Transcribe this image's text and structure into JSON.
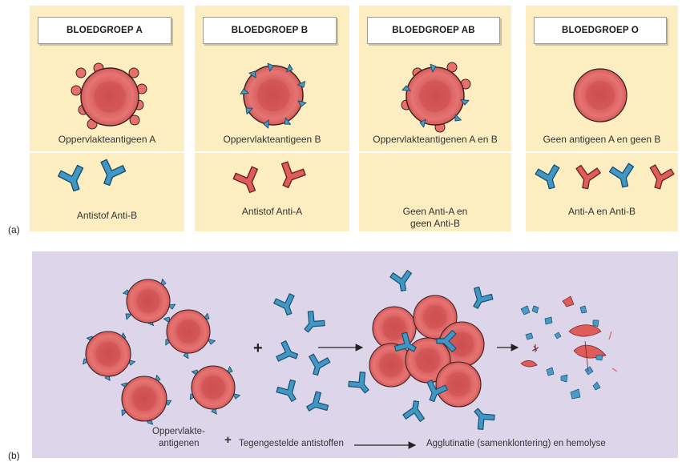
{
  "part_a": {
    "label": "(a)",
    "groups": [
      {
        "header": "BLOEDGROEP A",
        "antigen_label": "Oppervlakteantigeen A",
        "antibody_label": "Antistof Anti-B"
      },
      {
        "header": "BLOEDGROEP B",
        "antigen_label": "Oppervlakteantigeen B",
        "antibody_label": "Antistof Anti-A"
      },
      {
        "header": "BLOEDGROEP AB",
        "antigen_label": "Oppervlakteantigenen A en B",
        "antibody_label_line1": "Geen Anti-A en",
        "antibody_label_line2": "geen Anti-B"
      },
      {
        "header": "BLOEDGROEP O",
        "antigen_label": "Geen antigeen A en geen B",
        "antibody_label": "Anti-A en Anti-B"
      }
    ]
  },
  "part_b": {
    "label": "(b)",
    "plus_symbol": "+",
    "antigens_label_line1": "Oppervlakte-",
    "antigens_label_line2": "antigenen",
    "plus_bottom": "+",
    "antibodies_label": "Tegengestelde antistoffen",
    "result_label": "Agglutinatie (samenklontering) en hemolyse"
  },
  "colors": {
    "panel_a_bg": "#fdeec1",
    "panel_b_bg": "#ddd6eb",
    "cell_red": "#e0605f",
    "antigen_a_red": "#e8706a",
    "antigen_b_blue": "#4a9cc8",
    "antibody_blue": "#3f97c6",
    "antibody_red": "#de5d5a"
  },
  "icons": {
    "red_blood_cell": "rbc-icon",
    "antibody": "y-antibody-icon",
    "arrow": "arrow-right-icon"
  }
}
